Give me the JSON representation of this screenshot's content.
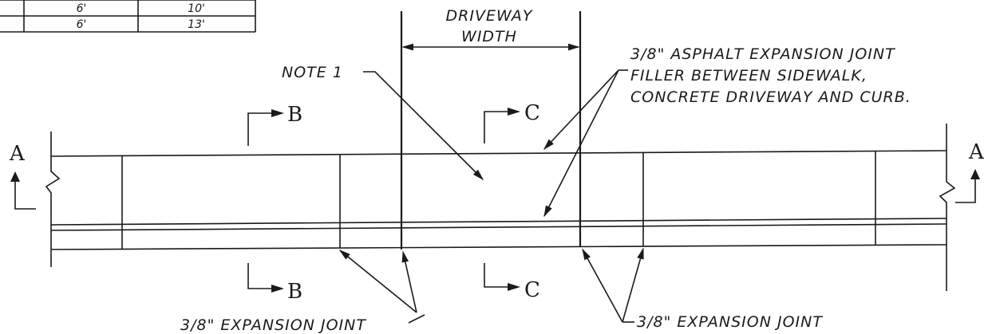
{
  "table": {
    "rows": [
      {
        "col2": "6'",
        "col3": "10'"
      },
      {
        "col2": "6'",
        "col3": "13'"
      }
    ]
  },
  "labels": {
    "driveway_width_line1": "DRIVEWAY",
    "driveway_width_line2": "WIDTH",
    "note1": "NOTE 1",
    "asphalt_line1": "3/8\" ASPHALT EXPANSION JOINT",
    "asphalt_line2": "FILLER BETWEEN SIDEWALK,",
    "asphalt_line3": "CONCRETE DRIVEWAY AND CURB.",
    "expansion_joint_left": "3/8\" EXPANSION JOINT",
    "expansion_joint_right": "3/8\" EXPANSION JOINT"
  },
  "section_marks": {
    "a_left": "A",
    "a_right": "A",
    "b_top": "B",
    "b_bottom": "B",
    "c_top": "C",
    "c_bottom": "C"
  }
}
